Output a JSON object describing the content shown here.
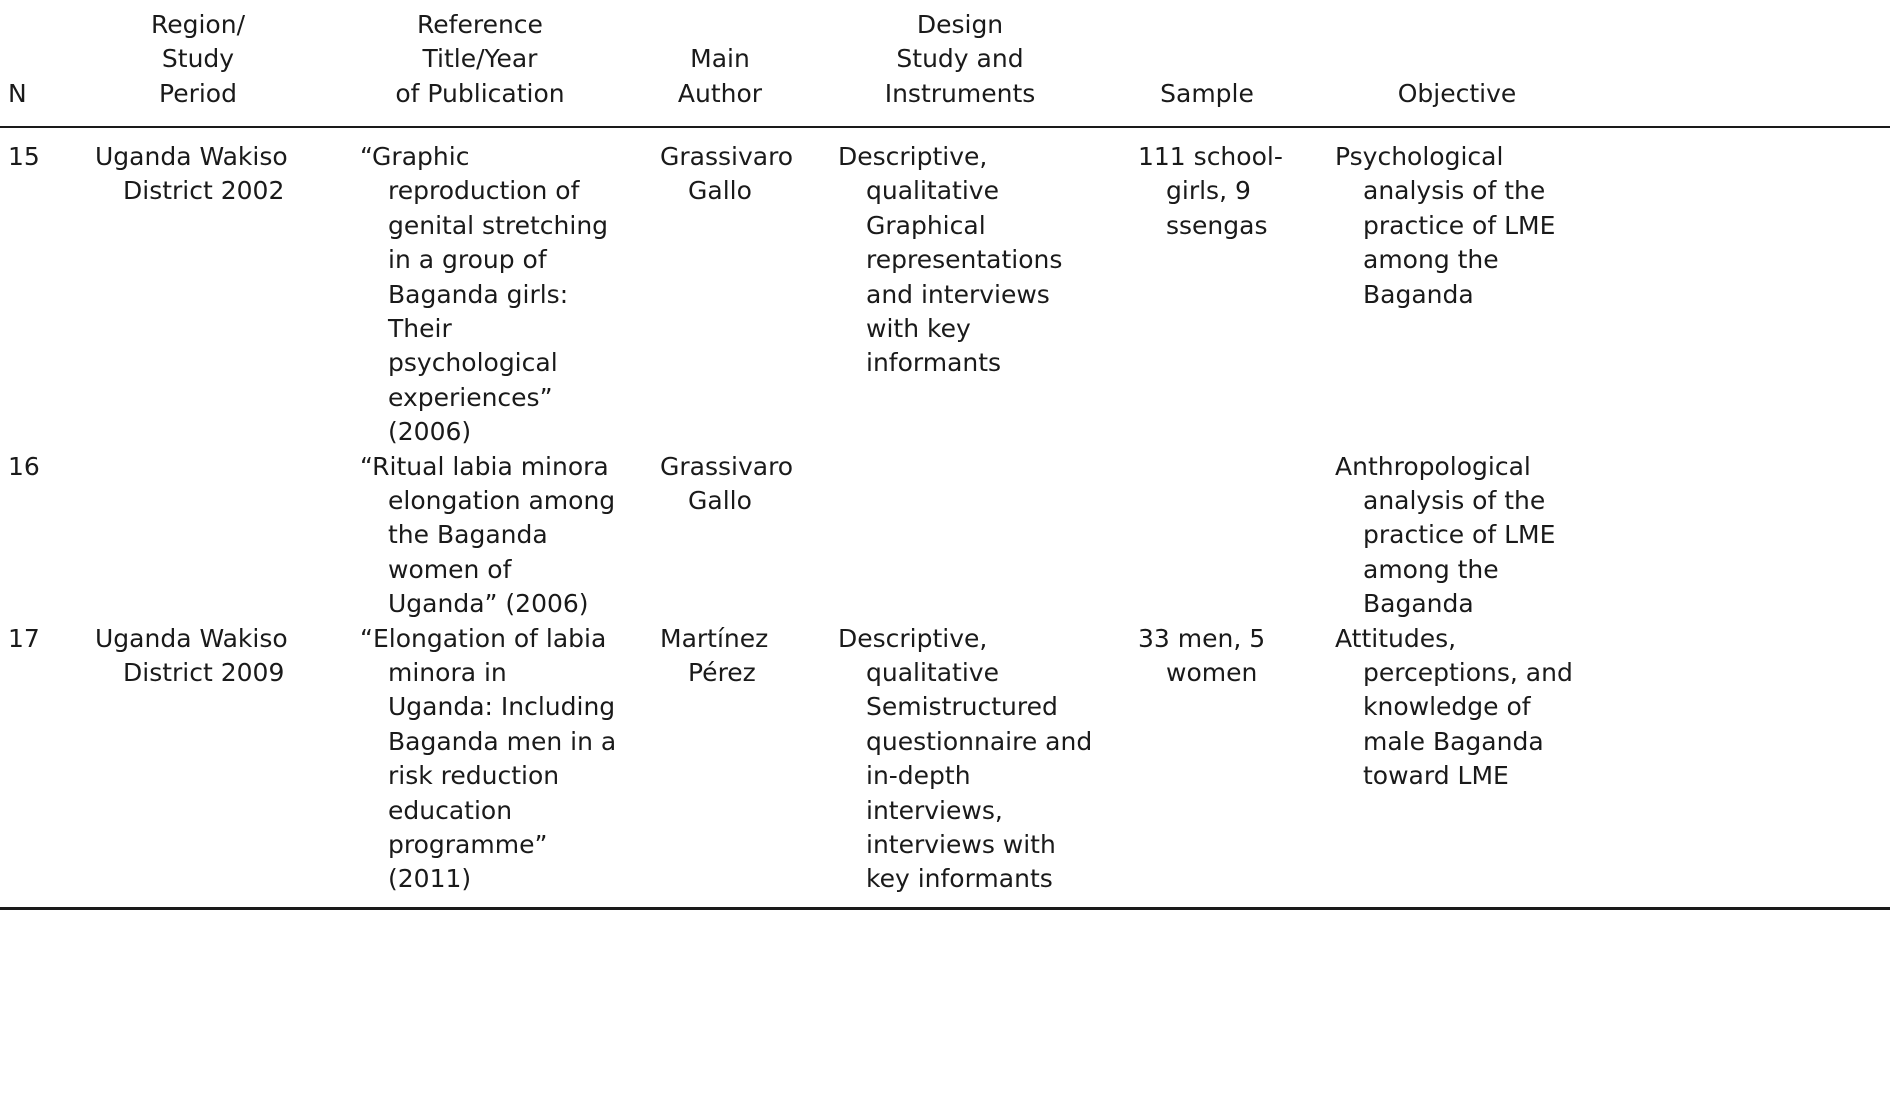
{
  "headers": [
    {
      "key": "n",
      "lines": [
        "N"
      ]
    },
    {
      "key": "region",
      "lines": [
        "Region/",
        "Study",
        "Period"
      ]
    },
    {
      "key": "reference",
      "lines": [
        "Reference",
        "Title/Year",
        "of Publication"
      ]
    },
    {
      "key": "author",
      "lines": [
        "Main",
        "Author"
      ]
    },
    {
      "key": "design",
      "lines": [
        "Design",
        "Study and",
        "Instruments"
      ]
    },
    {
      "key": "sample",
      "lines": [
        "Sample"
      ]
    },
    {
      "key": "objective",
      "lines": [
        "Objective"
      ]
    }
  ],
  "rows": [
    {
      "n": [
        "15"
      ],
      "region": [
        "Uganda Wakiso",
        "District 2002"
      ],
      "reference": [
        "“Graphic",
        "reproduction of",
        "genital stretching",
        "in a group of",
        "Baganda girls:",
        "Their",
        "psychological",
        "experiences”",
        "(2006)"
      ],
      "author": [
        "Grassivaro",
        "Gallo"
      ],
      "design": [
        "Descriptive,",
        "qualitative",
        "Graphical",
        "representations",
        "and interviews",
        "with key",
        "informants"
      ],
      "sample": [
        "111 school-",
        "girls, 9",
        "ssengas"
      ],
      "objective": [
        "Psychological",
        "analysis of the",
        "practice of LME",
        "among the",
        "Baganda"
      ]
    },
    {
      "n": [
        "16"
      ],
      "region": [],
      "reference": [
        "“Ritual labia minora",
        "elongation among",
        "the Baganda",
        "women of",
        "Uganda” (2006)"
      ],
      "author": [
        "Grassivaro",
        "Gallo"
      ],
      "design": [],
      "sample": [],
      "objective": [
        "Anthropological",
        "analysis of the",
        "practice of LME",
        "among the",
        "Baganda"
      ]
    },
    {
      "n": [
        "17"
      ],
      "region": [
        "Uganda Wakiso",
        "District 2009"
      ],
      "reference": [
        "“Elongation of labia",
        "minora in",
        "Uganda: Including",
        "Baganda men in a",
        "risk reduction",
        "education",
        "programme”",
        "(2011)"
      ],
      "author": [
        "Martínez",
        "Pérez"
      ],
      "design": [
        "Descriptive,",
        "qualitative",
        "Semistructured",
        "questionnaire and",
        "in-depth",
        "interviews,",
        "interviews with",
        "key informants"
      ],
      "sample": [
        "33 men, 5",
        "women"
      ],
      "objective": [
        "Attitudes,",
        "perceptions, and",
        "knowledge of",
        "male Baganda",
        "toward LME"
      ]
    }
  ]
}
